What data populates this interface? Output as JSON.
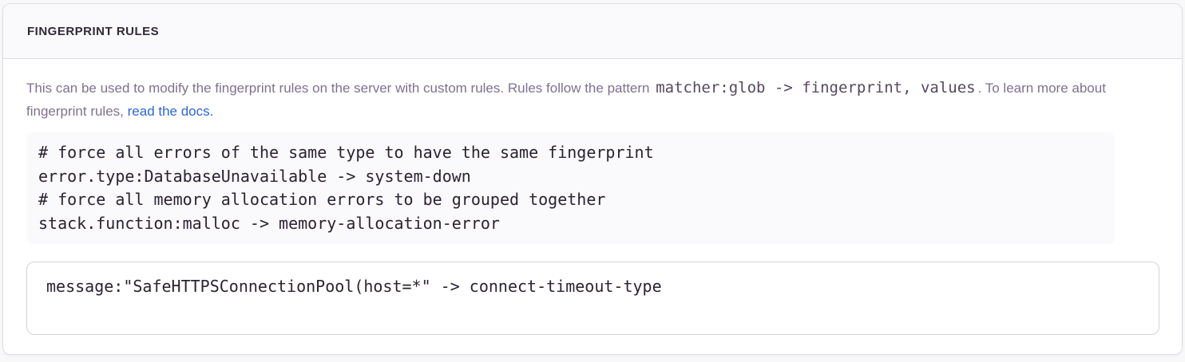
{
  "panel": {
    "header": {
      "title": "FINGERPRINT RULES"
    },
    "description": {
      "text_before_pattern": "This can be used to modify the fingerprint rules on the server with custom rules. Rules follow the pattern ",
      "pattern_code": "matcher:glob -> fingerprint, values",
      "text_after_pattern": ". To learn more about fingerprint rules, ",
      "link_label": "read the docs."
    },
    "example": {
      "lines": [
        "# force all errors of the same type to have the same fingerprint",
        "error.type:DatabaseUnavailable -> system-down",
        "# force all memory allocation errors to be grouped together",
        "stack.function:malloc -> memory-allocation-error"
      ]
    },
    "input": {
      "value": "message:\"SafeHTTPSConnectionPool(host=*\" -> connect-timeout-type"
    },
    "colors": {
      "link_blue": "#2c67d5",
      "panel_border": "#e0dce5",
      "header_background": "#faf9fb",
      "code_background": "#faf9fb",
      "muted_text": "#80708f",
      "code_text": "#2b2233"
    }
  }
}
